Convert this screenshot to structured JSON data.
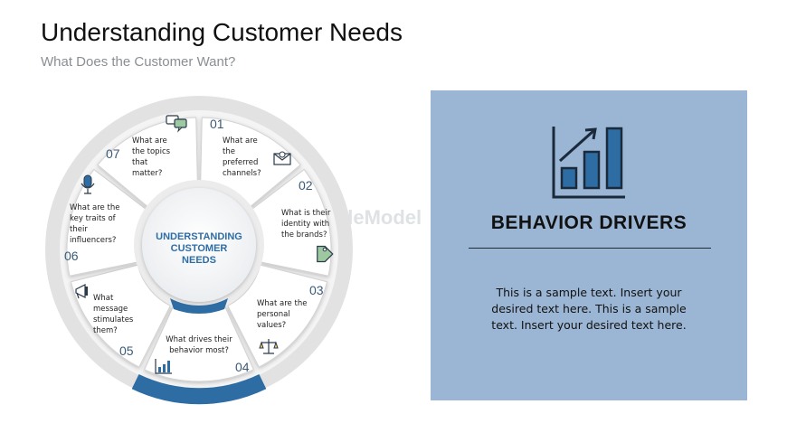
{
  "header": {
    "title": "Understanding Customer Needs",
    "subtitle": "What Does the Customer Want?"
  },
  "watermark": "SlideModel",
  "center": {
    "line1": "UNDERSTANDING",
    "line2": "CUSTOMER",
    "line3": "NEEDS"
  },
  "segments": [
    {
      "number": "01",
      "line1": "What are",
      "line2": "the",
      "line3": "preferred",
      "line4": "channels?",
      "icon": "envelope-icon"
    },
    {
      "number": "02",
      "line1": "What is their",
      "line2": "identity with",
      "line3": "the brands?",
      "icon": "tag-icon"
    },
    {
      "number": "03",
      "line1": "What are the",
      "line2": "personal",
      "line3": "values?",
      "icon": "scales-icon"
    },
    {
      "number": "04",
      "line1": "What drives their",
      "line2": "behavior most?",
      "icon": "bar-chart-icon"
    },
    {
      "number": "05",
      "line1": "What",
      "line2": "message",
      "line3": "stimulates",
      "line4": "them?",
      "icon": "megaphone-icon"
    },
    {
      "number": "06",
      "line1": "What are the",
      "line2": "key traits of",
      "line3": "their",
      "line4": "influencers?",
      "icon": "microphone-icon"
    },
    {
      "number": "07",
      "line1": "What are",
      "line2": "the topics",
      "line3": "that",
      "line4": "matter?",
      "icon": "chat-bubbles-icon"
    }
  ],
  "panel": {
    "title": "BEHAVIOR DRIVERS",
    "text": "This is a sample text. Insert your desired text here. This is a sample text. Insert your desired text here.",
    "icon": "growth-chart-icon"
  },
  "colors": {
    "accent": "#2e6da4",
    "panel_bg": "#9bb6d4",
    "ring": "#dedede",
    "number": "#3a5a78"
  }
}
